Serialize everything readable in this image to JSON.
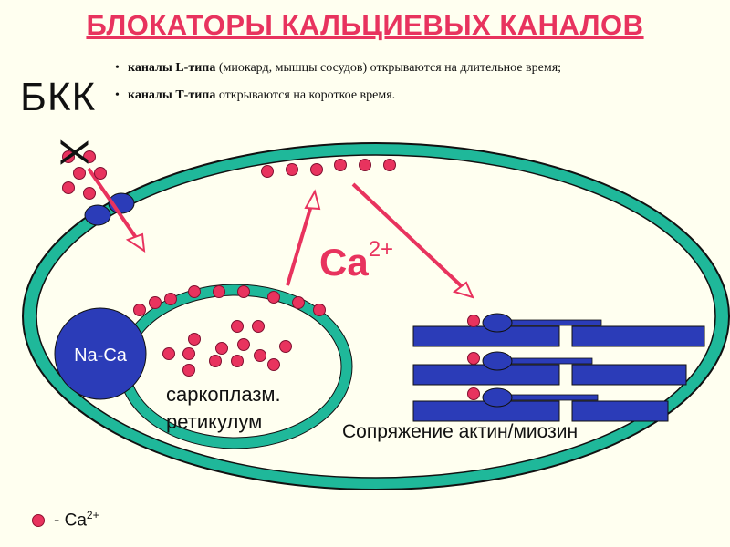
{
  "title": "БЛОКАТОРЫ КАЛЬЦИЕВЫХ КАНАЛОВ",
  "bullets": [
    {
      "bold": "каналы L-типа",
      "rest": " (миокард, мышцы сосудов) открываются на длительное время;"
    },
    {
      "bold": "каналы Т-типа",
      "rest": " открываются на короткое время."
    }
  ],
  "bkk_label": "БКК",
  "bkk_label_rotated": "Х",
  "ca_label": {
    "base": "Ca",
    "charge": "2+"
  },
  "naca_label": "Na-Ca",
  "sr_label_line1": "саркоплазм.",
  "sr_label_line2": "ретикулум",
  "actin_label": "Сопряжение актин/миозин",
  "legend": {
    "prefix": "- Ca",
    "charge": "2+"
  },
  "colors": {
    "title": "#E8335E",
    "calcium_dot": "#E8335E",
    "membrane": "#1FB89A",
    "protein": "#2B3CB8",
    "arrow": "#E8335E"
  }
}
